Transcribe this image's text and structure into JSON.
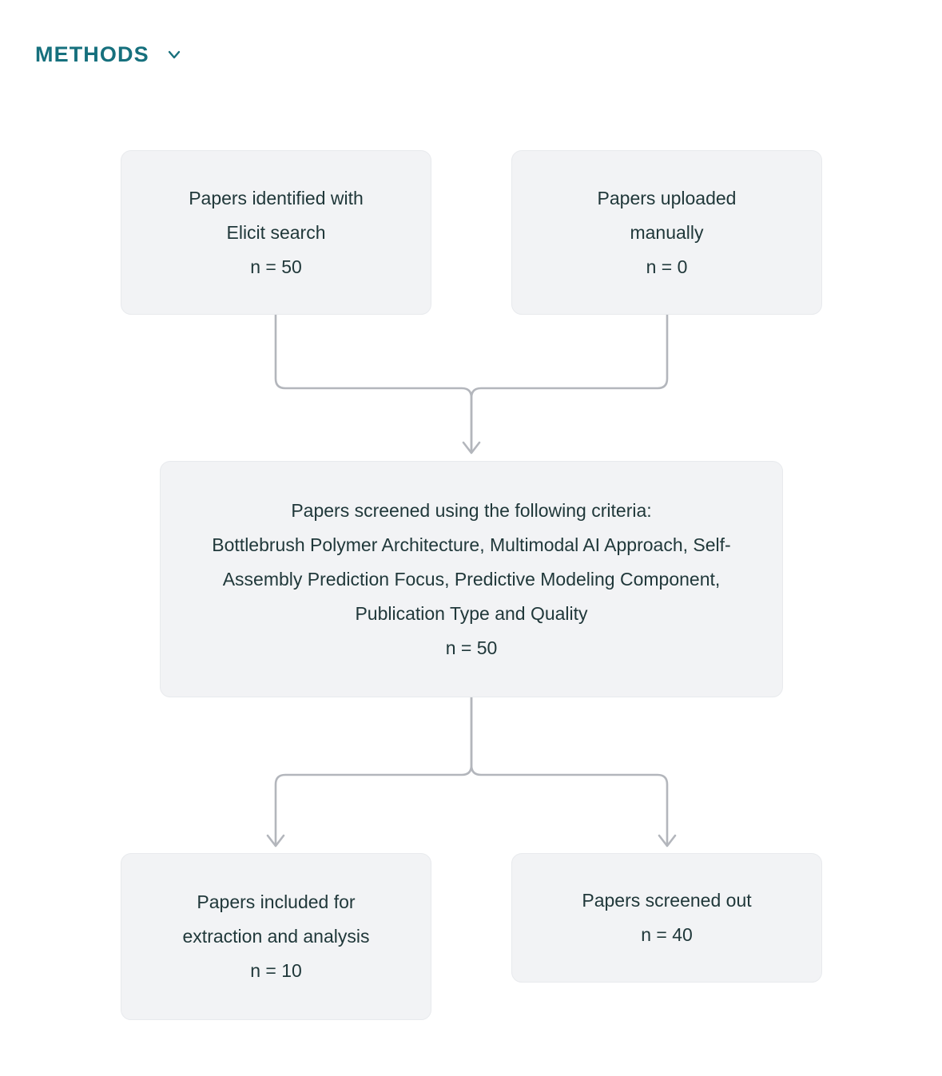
{
  "section": {
    "title": "METHODS",
    "chevron_icon": "chevron-down-icon",
    "accent_color": "#16707d"
  },
  "theme": {
    "node_fill": "#f2f3f5",
    "node_border": "#e8eaed",
    "node_text": "#20383a",
    "connector": "#b3b6bc"
  },
  "flow": {
    "type": "prisma-flow-diagram",
    "nodes": [
      {
        "id": "identified",
        "lines": [
          "Papers identified with",
          "Elicit search"
        ],
        "count": "n = 50"
      },
      {
        "id": "uploaded",
        "lines": [
          "Papers uploaded",
          "manually"
        ],
        "count": "n = 0"
      },
      {
        "id": "screened",
        "lines": [
          "Papers screened using the following criteria:",
          "Bottlebrush Polymer Architecture, Multimodal AI Approach, Self-Assembly Prediction Focus, Predictive Modeling Component, Publication Type and Quality"
        ],
        "count": "n = 50"
      },
      {
        "id": "included",
        "lines": [
          "Papers included for",
          "extraction and analysis"
        ],
        "count": "n = 10"
      },
      {
        "id": "screened_out",
        "lines": [
          "Papers screened out"
        ],
        "count": "n = 40"
      }
    ]
  }
}
